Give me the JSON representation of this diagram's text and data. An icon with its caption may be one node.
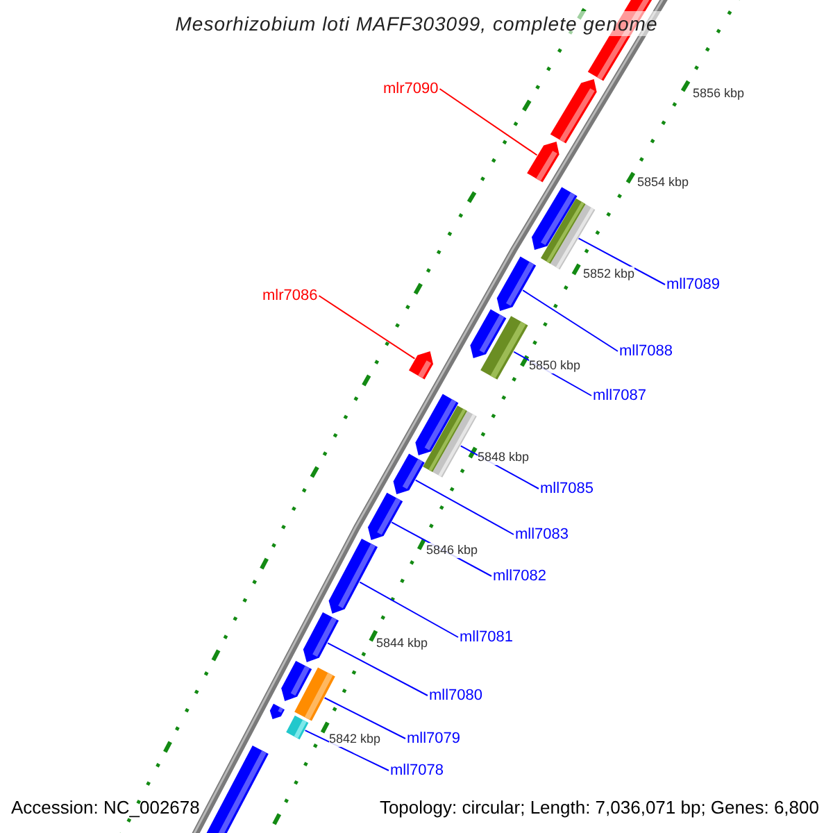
{
  "diagram": {
    "title": "Mesorhizobium loti MAFF303099, complete genome",
    "nodes": [
      {
        "text": [
          "mlr7090"
        ]
      },
      {
        "text": [],
        "shape": "bar"
      },
      {
        "text": [
          "mlr7086"
        ]
      },
      {
        "text": [],
        "shape": "bar"
      },
      {
        "text": [
          "mll7089"
        ]
      },
      {
        "text": [],
        "shape": "bar"
      },
      {
        "text": [
          "mll7088"
        ]
      },
      {
        "text": [],
        "shape": "bar"
      },
      {
        "text": [
          "mll7087"
        ]
      },
      {
        "text": [],
        "shape": "bar"
      },
      {
        "text": [
          "mll7085"
        ]
      },
      {
        "text": [],
        "shape": "bar"
      },
      {
        "text": [
          "mll7083"
        ]
      },
      {
        "text": [],
        "shape": "bar"
      },
      {
        "text": [
          "mll7082"
        ]
      },
      {
        "text": [],
        "shape": "bar"
      },
      {
        "text": [
          "mll7081"
        ]
      },
      {
        "text": [],
        "shape": "bar"
      },
      {
        "text": [
          "mll7080"
        ]
      },
      {
        "text": [],
        "shape": "bar"
      },
      {
        "text": [
          "mll7079"
        ]
      },
      {
        "text": [],
        "shape": "bar"
      },
      {
        "text": [
          "mll7078"
        ]
      },
      {
        "text": [],
        "shape": "bar"
      }
    ],
    "edges": [
      {
        "from": 0,
        "to": 1,
        "arrow": "none",
        "color": "#ff0000"
      },
      {
        "from": 2,
        "to": 3,
        "arrow": "none",
        "color": "#ff0000"
      },
      {
        "from": 4,
        "to": 5,
        "arrow": "none"
      },
      {
        "from": 6,
        "to": 7,
        "arrow": "none"
      },
      {
        "from": 8,
        "to": 9,
        "arrow": "none"
      },
      {
        "from": 10,
        "to": 11,
        "arrow": "none"
      },
      {
        "from": 12,
        "to": 13,
        "arrow": "none"
      },
      {
        "from": 14,
        "to": 15,
        "arrow": "none"
      },
      {
        "from": 16,
        "to": 17,
        "arrow": "none"
      },
      {
        "from": 18,
        "to": 19,
        "arrow": "none"
      },
      {
        "from": 20,
        "to": 21,
        "arrow": "none"
      },
      {
        "from": 22,
        "to": 23,
        "arrow": "none"
      }
    ],
    "labels": [
      "5856 kbp",
      "5854 kbp",
      "5852 kbp",
      "5850 kbp",
      "5848 kbp",
      "5846 kbp",
      "5844 kbp",
      "5842 kbp",
      "Accession: NC_002678",
      "Topology: circular; Length: 7,036,071 bp; Genes: 6,800"
    ]
  }
}
